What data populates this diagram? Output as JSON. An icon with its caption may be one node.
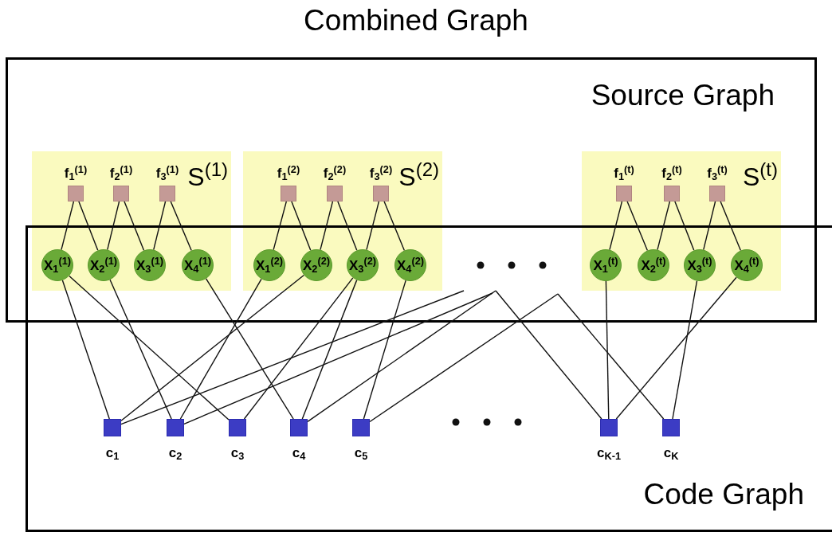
{
  "diagram": {
    "title": "Combined Graph",
    "nodes": [
      {
        "text": [
          "Source Graph"
        ]
      },
      {
        "text": [
          "S$^{(1)}$"
        ],
        "in": 0
      },
      {
        "text": [
          "f$_{1}$$^{(1)}$"
        ],
        "in": 1
      },
      {
        "text": [
          "f$_{2}$$^{(1)}$"
        ],
        "in": 1
      },
      {
        "text": [
          "f$_{3}$$^{(1)}$"
        ],
        "in": 1
      },
      {
        "text": [
          "X$_{1}$$^{(1)}$"
        ]
      },
      {
        "text": [
          "X$_{2}$$^{(1)}$"
        ]
      },
      {
        "text": [
          "X$_{3}$$^{(1)}$"
        ]
      },
      {
        "text": [
          "X$_{4}$$^{(1)}$"
        ]
      },
      {
        "text": [
          "S$^{(2)}$"
        ],
        "in": 0
      },
      {
        "text": [
          "f$_{1}$$^{(2)}$"
        ],
        "in": 9
      },
      {
        "text": [
          "f$_{2}$$^{(2)}$"
        ],
        "in": 9
      },
      {
        "text": [
          "f$_{3}$$^{(2)}$"
        ],
        "in": 9
      },
      {
        "text": [
          "X$_{1}$$^{(2)}$"
        ]
      },
      {
        "text": [
          "X$_{2}$$^{(2)}$"
        ]
      },
      {
        "text": [
          "X$_{3}$$^{(2)}$"
        ]
      },
      {
        "text": [
          "X$_{4}$$^{(2)}$"
        ]
      },
      {
        "text": [
          "S$^{(t)}$"
        ],
        "in": 0
      },
      {
        "text": [
          "f$_{1}$$^{(t)}$"
        ],
        "in": 17
      },
      {
        "text": [
          "f$_{2}$$^{(t)}$"
        ],
        "in": 17
      },
      {
        "text": [
          "f$_{3}$$^{(t)}$"
        ],
        "in": 17
      },
      {
        "text": [
          "X$_{1}$$^{(t)}$"
        ]
      },
      {
        "text": [
          "X$_{2}$$^{(t)}$"
        ]
      },
      {
        "text": [
          "X$_{3}$$^{(t)}$"
        ]
      },
      {
        "text": [
          "X$_{4}$$^{(t)}$"
        ]
      },
      {
        "text": [
          "Code Graph"
        ]
      },
      {
        "text": [
          "c$_{1}$"
        ],
        "in": 25
      },
      {
        "text": [
          "c$_{2}$"
        ],
        "in": 25
      },
      {
        "text": [
          "c$_{3}$"
        ],
        "in": 25
      },
      {
        "text": [
          "c$_{4}$"
        ],
        "in": 25
      },
      {
        "text": [
          "c$_{5}$"
        ],
        "in": 25
      },
      {
        "text": [
          "c$_{K-1}$"
        ],
        "in": 25
      },
      {
        "text": [
          "c$_{K}$"
        ],
        "in": 25
      }
    ],
    "edges": [
      {
        "from": 2,
        "to": 5,
        "arrow": "none"
      },
      {
        "from": 2,
        "to": 6,
        "arrow": "none"
      },
      {
        "from": 3,
        "to": 6,
        "arrow": "none"
      },
      {
        "from": 3,
        "to": 7,
        "arrow": "none"
      },
      {
        "from": 4,
        "to": 7,
        "arrow": "none"
      },
      {
        "from": 4,
        "to": 8,
        "arrow": "none"
      },
      {
        "from": 10,
        "to": 13,
        "arrow": "none"
      },
      {
        "from": 10,
        "to": 14,
        "arrow": "none"
      },
      {
        "from": 11,
        "to": 14,
        "arrow": "none"
      },
      {
        "from": 11,
        "to": 15,
        "arrow": "none"
      },
      {
        "from": 12,
        "to": 15,
        "arrow": "none"
      },
      {
        "from": 12,
        "to": 16,
        "arrow": "none"
      },
      {
        "from": 18,
        "to": 21,
        "arrow": "none"
      },
      {
        "from": 18,
        "to": 22,
        "arrow": "none"
      },
      {
        "from": 19,
        "to": 22,
        "arrow": "none"
      },
      {
        "from": 19,
        "to": 23,
        "arrow": "none"
      },
      {
        "from": 20,
        "to": 23,
        "arrow": "none"
      },
      {
        "from": 20,
        "to": 24,
        "arrow": "none"
      },
      {
        "from": 5,
        "to": 26,
        "arrow": "none"
      },
      {
        "from": 5,
        "to": 28,
        "arrow": "none"
      },
      {
        "from": 6,
        "to": 27,
        "arrow": "none"
      },
      {
        "from": 8,
        "to": 29,
        "arrow": "none"
      },
      {
        "from": 13,
        "to": 27,
        "arrow": "none"
      },
      {
        "from": 14,
        "to": 26,
        "arrow": "none"
      },
      {
        "from": 15,
        "to": 28,
        "arrow": "none"
      },
      {
        "from": 15,
        "to": 29,
        "arrow": "none"
      },
      {
        "from": 16,
        "to": 30,
        "arrow": "none"
      },
      {
        "from": 21,
        "to": 31,
        "arrow": "none"
      },
      {
        "from": 23,
        "to": 32,
        "arrow": "none"
      },
      {
        "from": 24,
        "to": 31,
        "arrow": "none"
      },
      {
        "from": null,
        "to": 26,
        "arrow": "none"
      },
      {
        "from": null,
        "to": 27,
        "arrow": "none"
      },
      {
        "from": null,
        "to": 29,
        "arrow": "none"
      },
      {
        "from": null,
        "to": 30,
        "arrow": "none"
      },
      {
        "from": null,
        "to": 31,
        "arrow": "none"
      },
      {
        "from": null,
        "to": 32,
        "arrow": "none"
      }
    ]
  }
}
